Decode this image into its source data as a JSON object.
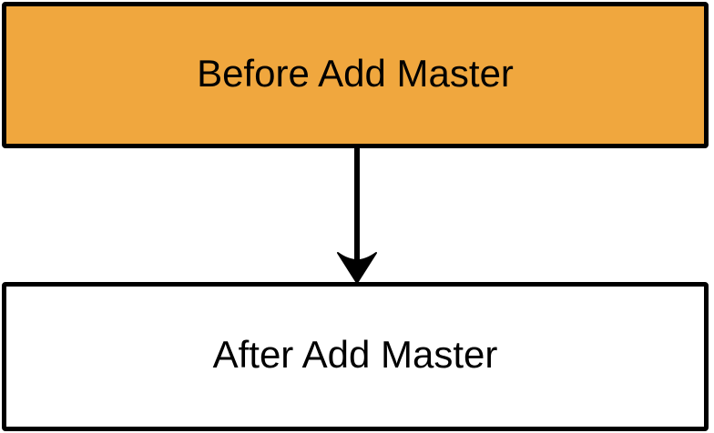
{
  "diagram": {
    "type": "flowchart",
    "nodes": [
      {
        "id": "before",
        "label": "Before Add Master",
        "fill": "#F0A73E",
        "border": "#000000"
      },
      {
        "id": "after",
        "label": "After Add Master",
        "fill": "#FFFFFF",
        "border": "#000000"
      }
    ],
    "connectors": [
      {
        "from": "before",
        "to": "after",
        "direction": "down",
        "style": "solid",
        "color": "#000000",
        "arrowhead": "barbed"
      }
    ],
    "colors": {
      "background": "#FFFFFF",
      "node_border": "#000000",
      "accent_orange": "#F0A73E",
      "text": "#000000"
    }
  }
}
